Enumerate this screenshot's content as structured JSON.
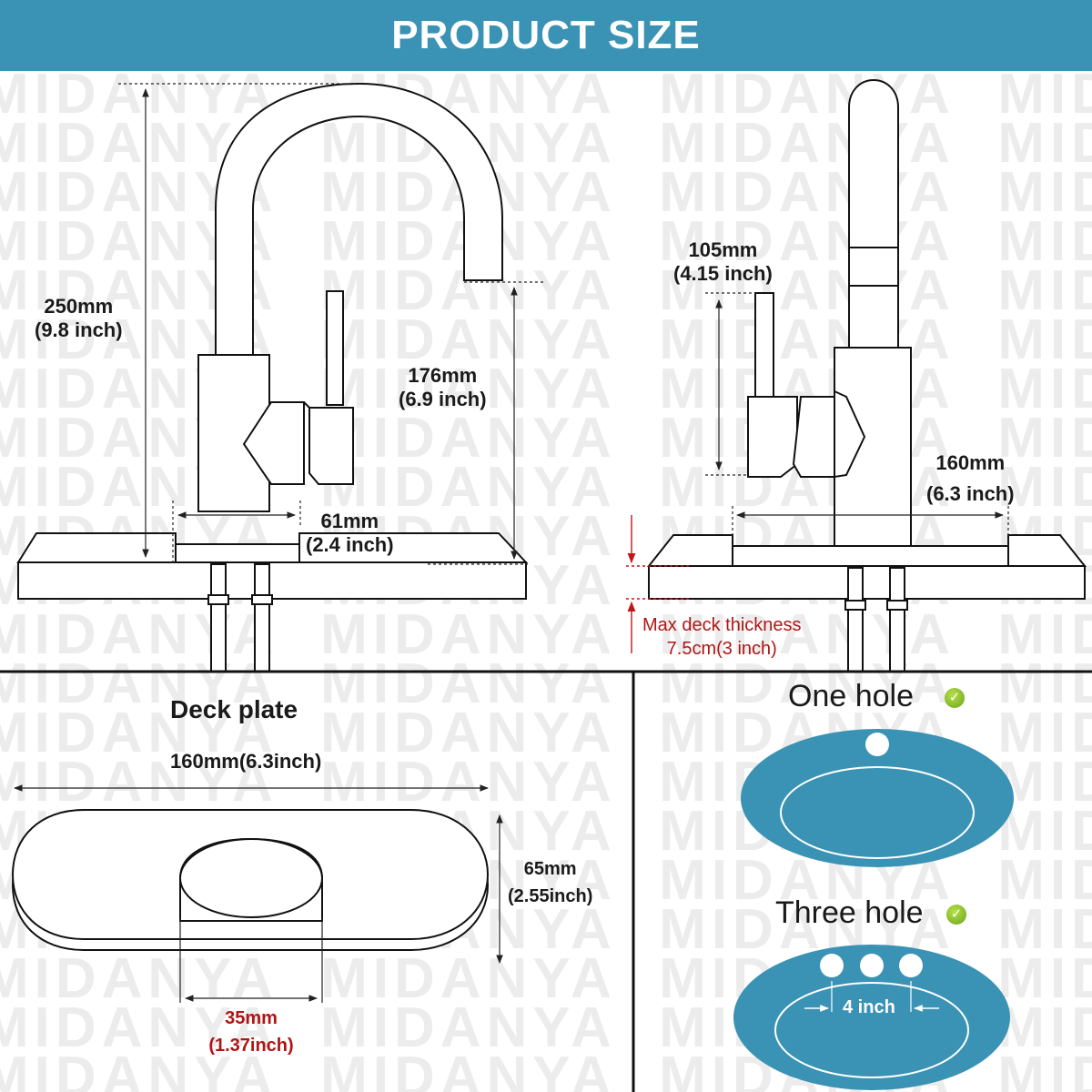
{
  "header": {
    "title": "PRODUCT SIZE"
  },
  "watermark": "MIDANYA",
  "colors": {
    "banner": "#3a93b4",
    "sink": "#3a93b4",
    "accent_red": "#b01515",
    "check": "#7ab829"
  },
  "side_view": {
    "height_mm": "250mm",
    "height_in": "(9.8 inch)",
    "spout_mm": "176mm",
    "spout_in": "(6.9 inch)",
    "base_mm": "61mm",
    "base_in": "(2.4 inch)"
  },
  "front_view": {
    "handle_mm": "105mm",
    "handle_in": "(4.15 inch)",
    "plate_mm": "160mm",
    "plate_in": "(6.3 inch)",
    "deck_label": "Max deck thickness",
    "deck_value": "7.5cm(3 inch)"
  },
  "deck_plate": {
    "title": "Deck plate",
    "width": "160mm(6.3inch)",
    "depth_mm": "65mm",
    "depth_in": "(2.55inch)",
    "hole_mm": "35mm",
    "hole_in": "(1.37inch)"
  },
  "holes": {
    "one_hole": "One hole",
    "three_hole": "Three hole",
    "spacing": "4 inch"
  }
}
